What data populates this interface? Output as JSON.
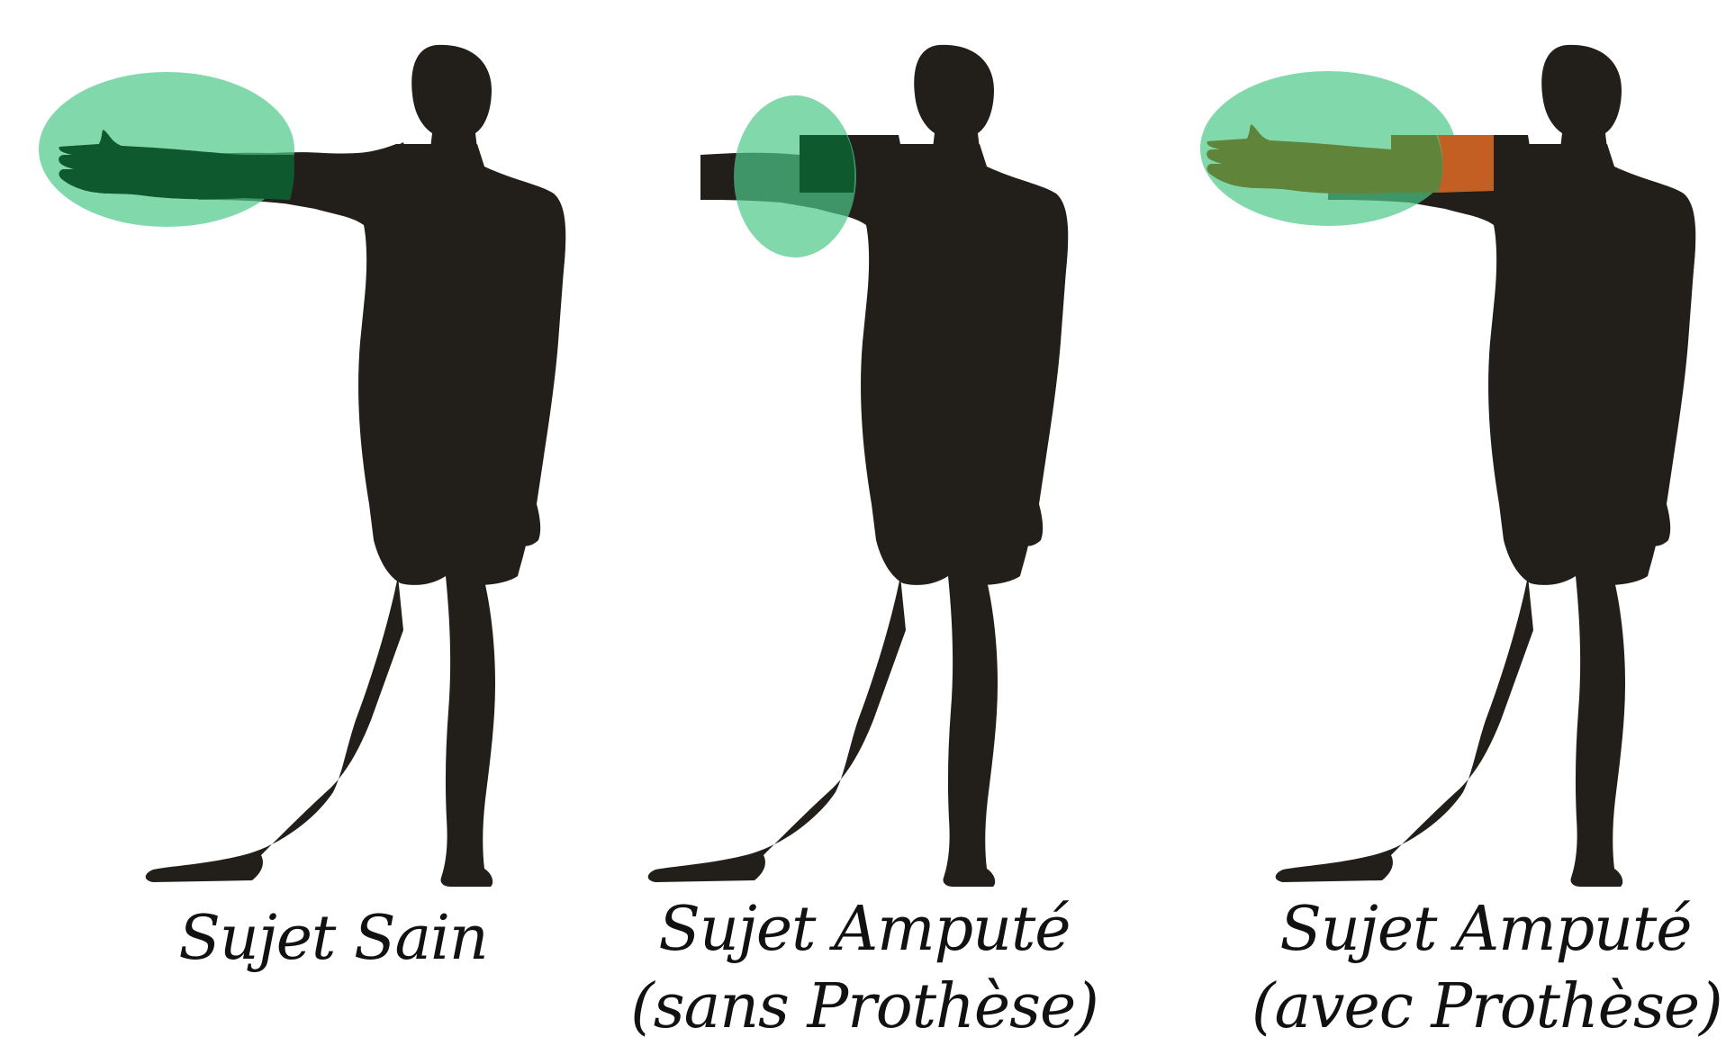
{
  "colors": {
    "silhouette": "#221f1b",
    "zone_fill": "#4cc787",
    "limb_overlap": "#0e5a2e",
    "prosthesis_overlap": "#5f843a",
    "prosthesis": "#c45f24",
    "background": "#ffffff"
  },
  "figures": [
    {
      "id": "healthy",
      "caption_lines": [
        "Sujet Sain"
      ],
      "icon": "human-silhouette-full-arm"
    },
    {
      "id": "amputee-no-prosthesis",
      "caption_lines": [
        "Sujet Amputé",
        "(sans Prothèse)"
      ],
      "icon": "human-silhouette-residual-limb"
    },
    {
      "id": "amputee-with-prosthesis",
      "caption_lines": [
        "Sujet Amputé",
        "(avec Prothèse)"
      ],
      "icon": "human-silhouette-prosthetic-arm"
    }
  ]
}
